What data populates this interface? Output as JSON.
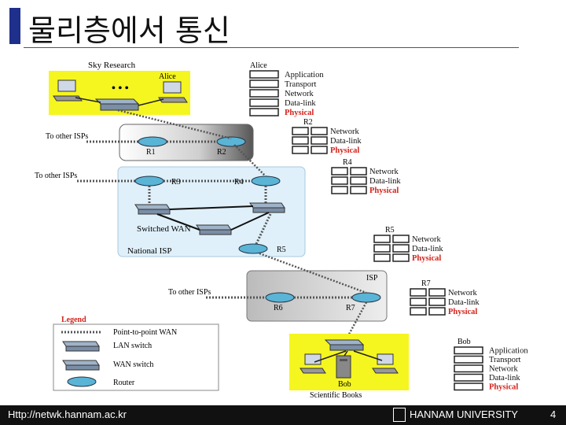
{
  "title": "물리층에서 통신",
  "footer": {
    "url": "Http://netwk.hannam.ac.kr",
    "university": "HANNAM UNIVERSITY",
    "page": "4"
  },
  "diagram": {
    "sky_research": "Sky Research",
    "alice_lan": "Alice",
    "to_other_isps": "To other ISPs",
    "to_other_isps_2": "To other ISPs",
    "to_other_isps_3": "To other ISPs",
    "r1": "R1",
    "r2": "R2",
    "r3": "R3",
    "r4": "R4",
    "r5": "R5",
    "r6": "R6",
    "r7": "R7",
    "switched_wan": "Switched WAN",
    "national_isp": "National ISP",
    "isp": "ISP",
    "bob_label": "Bob",
    "scientific_books": "Scientific Books",
    "legend": {
      "title": "Legend",
      "items": [
        "Point-to-point WAN",
        "LAN switch",
        "WAN switch",
        "Router"
      ]
    },
    "stacks": {
      "alice": {
        "title": "Alice",
        "layers": [
          "Application",
          "Transport",
          "Network",
          "Data-link",
          "Physical"
        ]
      },
      "r2": {
        "title": "R2",
        "layers": [
          "Network",
          "Data-link",
          "Physical"
        ]
      },
      "r4": {
        "title": "R4",
        "layers": [
          "Network",
          "Data-link",
          "Physical"
        ]
      },
      "r5": {
        "title": "R5",
        "layers": [
          "Network",
          "Data-link",
          "Physical"
        ]
      },
      "r7": {
        "title": "R7",
        "layers": [
          "Network",
          "Data-link",
          "Physical"
        ]
      },
      "bob": {
        "title": "Bob",
        "layers": [
          "Application",
          "Transport",
          "Network",
          "Data-link",
          "Physical"
        ]
      }
    },
    "colors": {
      "physical": "#d4221a",
      "lan_bg": "#f5f520",
      "isp_bg": "#dff0fa"
    }
  }
}
